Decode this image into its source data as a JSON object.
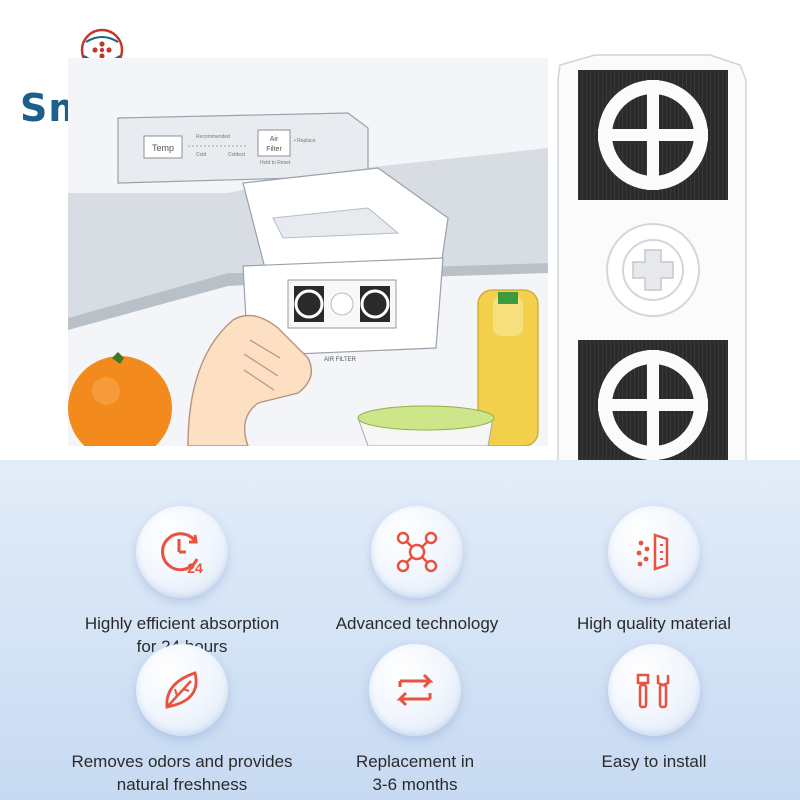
{
  "brand": {
    "name": "Smilefil"
  },
  "scene": {
    "panel_temp_label": "Temp",
    "panel_recommended": "Recommended",
    "panel_cold": "Cold",
    "panel_coldest": "Coldest",
    "panel_airfilter_label": "Air\nFilter",
    "panel_replace": "• Replace",
    "panel_hold_reset": "Hold to Reset",
    "filter_tray_label": "AIR FILTER"
  },
  "features": [
    {
      "label": "Highly efficient absorption\nfor 24 hours",
      "icon": "clock-24-icon"
    },
    {
      "label": "Advanced technology",
      "icon": "molecule-icon"
    },
    {
      "label": "High quality material",
      "icon": "material-sparkle-icon"
    },
    {
      "label": "Removes odors and provides\nnatural freshness",
      "icon": "leaf-icon"
    },
    {
      "label": "Replacement in\n3-6 months",
      "icon": "swap-arrows-icon"
    },
    {
      "label": "Easy to install",
      "icon": "tools-icon"
    }
  ],
  "colors": {
    "accent": "#e8523f",
    "brand_blue": "#1c5f8a",
    "panel_top": "#e3edf9",
    "panel_bottom": "#c7daf2"
  }
}
